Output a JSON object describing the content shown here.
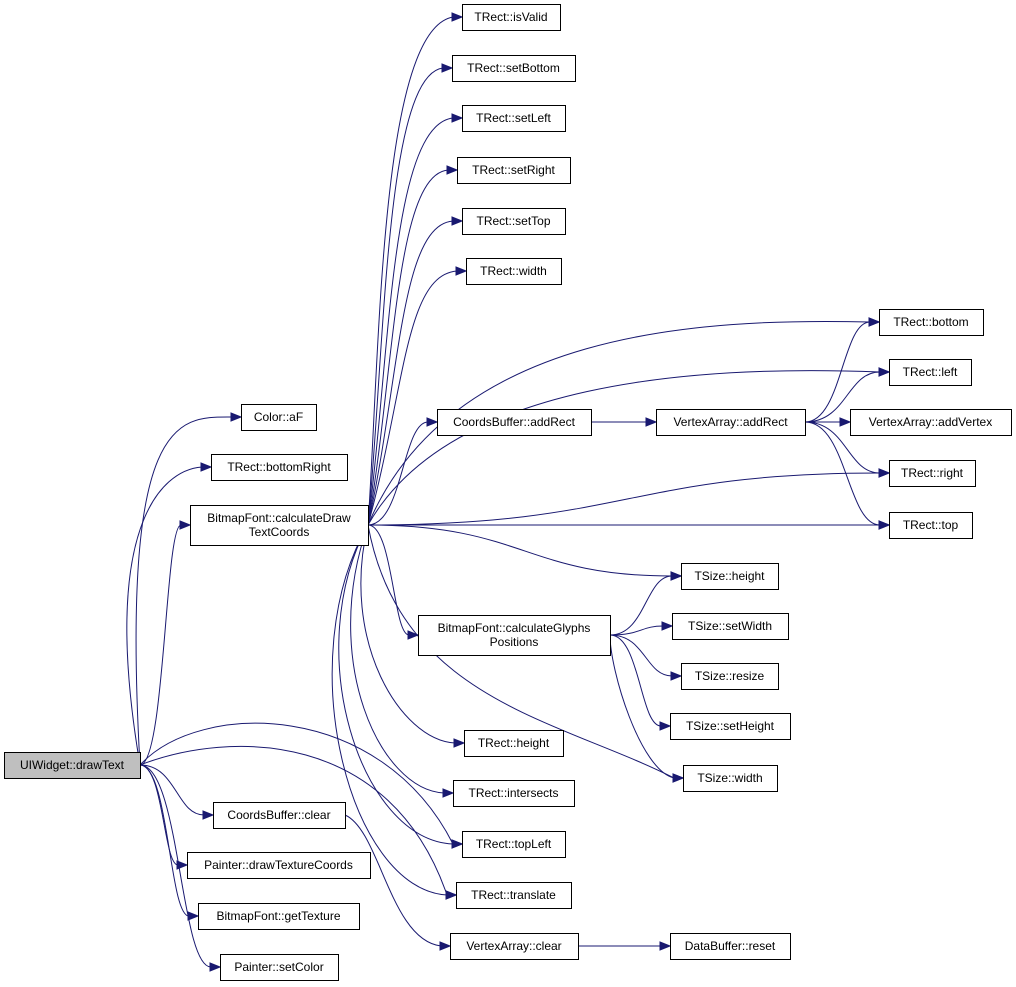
{
  "graph": {
    "title": "",
    "edge_color": "#191970",
    "root_fill": "#bfbfbf",
    "nodes": [
      {
        "id": "root",
        "lines": [
          "UIWidget::drawText"
        ],
        "root": true
      },
      {
        "id": "colorAF",
        "lines": [
          "Color::aF"
        ]
      },
      {
        "id": "bottomRight",
        "lines": [
          "TRect::bottomRight"
        ]
      },
      {
        "id": "calcDraw",
        "lines": [
          "BitmapFont::calculateDraw",
          "TextCoords"
        ]
      },
      {
        "id": "coordsClear",
        "lines": [
          "CoordsBuffer::clear"
        ]
      },
      {
        "id": "drawTex",
        "lines": [
          "Painter::drawTextureCoords"
        ]
      },
      {
        "id": "getTex",
        "lines": [
          "BitmapFont::getTexture"
        ]
      },
      {
        "id": "setColor",
        "lines": [
          "Painter::setColor"
        ]
      },
      {
        "id": "isValid",
        "lines": [
          "TRect::isValid"
        ]
      },
      {
        "id": "setBottom",
        "lines": [
          "TRect::setBottom"
        ]
      },
      {
        "id": "setLeft",
        "lines": [
          "TRect::setLeft"
        ]
      },
      {
        "id": "setRight",
        "lines": [
          "TRect::setRight"
        ]
      },
      {
        "id": "setTop",
        "lines": [
          "TRect::setTop"
        ]
      },
      {
        "id": "rwidth",
        "lines": [
          "TRect::width"
        ]
      },
      {
        "id": "cbAddRect",
        "lines": [
          "CoordsBuffer::addRect"
        ]
      },
      {
        "id": "calcGlyphs",
        "lines": [
          "BitmapFont::calculateGlyphs",
          "Positions"
        ]
      },
      {
        "id": "rheight",
        "lines": [
          "TRect::height"
        ]
      },
      {
        "id": "intersects",
        "lines": [
          "TRect::intersects"
        ]
      },
      {
        "id": "topLeft",
        "lines": [
          "TRect::topLeft"
        ]
      },
      {
        "id": "translate",
        "lines": [
          "TRect::translate"
        ]
      },
      {
        "id": "vaClear",
        "lines": [
          "VertexArray::clear"
        ]
      },
      {
        "id": "vaAddRect",
        "lines": [
          "VertexArray::addRect"
        ]
      },
      {
        "id": "sHeight",
        "lines": [
          "TSize::height"
        ]
      },
      {
        "id": "sSetWidth",
        "lines": [
          "TSize::setWidth"
        ]
      },
      {
        "id": "sResize",
        "lines": [
          "TSize::resize"
        ]
      },
      {
        "id": "sSetHeight",
        "lines": [
          "TSize::setHeight"
        ]
      },
      {
        "id": "sWidth",
        "lines": [
          "TSize::width"
        ]
      },
      {
        "id": "dbReset",
        "lines": [
          "DataBuffer::reset"
        ]
      },
      {
        "id": "rBottom",
        "lines": [
          "TRect::bottom"
        ]
      },
      {
        "id": "rLeft",
        "lines": [
          "TRect::left"
        ]
      },
      {
        "id": "vaAddVertex",
        "lines": [
          "VertexArray::addVertex"
        ]
      },
      {
        "id": "rRight",
        "lines": [
          "TRect::right"
        ]
      },
      {
        "id": "rTop",
        "lines": [
          "TRect::top"
        ]
      }
    ],
    "edges": [
      [
        "root",
        "colorAF"
      ],
      [
        "root",
        "bottomRight"
      ],
      [
        "root",
        "calcDraw"
      ],
      [
        "root",
        "coordsClear"
      ],
      [
        "root",
        "drawTex"
      ],
      [
        "root",
        "getTex"
      ],
      [
        "root",
        "setColor"
      ],
      [
        "root",
        "topLeft"
      ],
      [
        "root",
        "translate"
      ],
      [
        "calcDraw",
        "isValid"
      ],
      [
        "calcDraw",
        "setBottom"
      ],
      [
        "calcDraw",
        "setLeft"
      ],
      [
        "calcDraw",
        "setRight"
      ],
      [
        "calcDraw",
        "setTop"
      ],
      [
        "calcDraw",
        "rwidth"
      ],
      [
        "calcDraw",
        "rBottom"
      ],
      [
        "calcDraw",
        "rLeft"
      ],
      [
        "calcDraw",
        "cbAddRect"
      ],
      [
        "calcDraw",
        "rRight"
      ],
      [
        "calcDraw",
        "rTop"
      ],
      [
        "calcDraw",
        "sHeight"
      ],
      [
        "calcDraw",
        "calcGlyphs"
      ],
      [
        "calcDraw",
        "rheight"
      ],
      [
        "calcDraw",
        "intersects"
      ],
      [
        "calcDraw",
        "topLeft"
      ],
      [
        "calcDraw",
        "translate"
      ],
      [
        "calcDraw",
        "sWidth"
      ],
      [
        "cbAddRect",
        "vaAddRect"
      ],
      [
        "vaAddRect",
        "rBottom"
      ],
      [
        "vaAddRect",
        "rLeft"
      ],
      [
        "vaAddRect",
        "vaAddVertex"
      ],
      [
        "vaAddRect",
        "rRight"
      ],
      [
        "vaAddRect",
        "rTop"
      ],
      [
        "calcGlyphs",
        "sHeight"
      ],
      [
        "calcGlyphs",
        "sSetWidth"
      ],
      [
        "calcGlyphs",
        "sResize"
      ],
      [
        "calcGlyphs",
        "sSetHeight"
      ],
      [
        "calcGlyphs",
        "sWidth"
      ],
      [
        "coordsClear",
        "vaClear"
      ],
      [
        "vaClear",
        "dbReset"
      ]
    ]
  }
}
